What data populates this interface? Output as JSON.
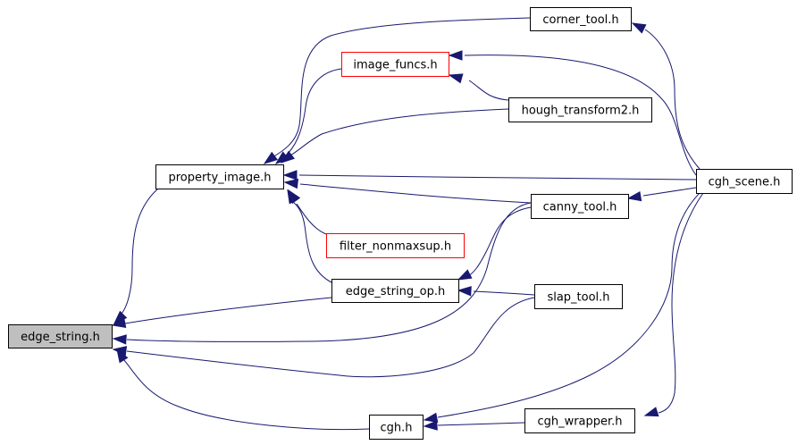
{
  "diagram": {
    "title": "edge_string.h include dependency graph",
    "colors": {
      "edge": "#191970",
      "root_fill": "#bfbfbf",
      "node_border": "#000000",
      "missing_border": "#ff0000",
      "background": "#ffffff"
    },
    "nodes": [
      {
        "id": "edge_string",
        "label": "edge_string.h",
        "kind": "root"
      },
      {
        "id": "property_image",
        "label": "property_image.h",
        "kind": "normal"
      },
      {
        "id": "image_funcs",
        "label": "image_funcs.h",
        "kind": "missing"
      },
      {
        "id": "corner_tool",
        "label": "corner_tool.h",
        "kind": "normal"
      },
      {
        "id": "hough_transform2",
        "label": "hough_transform2.h",
        "kind": "normal"
      },
      {
        "id": "filter_nonmaxsup",
        "label": "filter_nonmaxsup.h",
        "kind": "missing"
      },
      {
        "id": "edge_string_op",
        "label": "edge_string_op.h",
        "kind": "normal"
      },
      {
        "id": "canny_tool",
        "label": "canny_tool.h",
        "kind": "normal"
      },
      {
        "id": "slap_tool",
        "label": "slap_tool.h",
        "kind": "normal"
      },
      {
        "id": "cgh_scene",
        "label": "cgh_scene.h",
        "kind": "normal"
      },
      {
        "id": "cgh",
        "label": "cgh.h",
        "kind": "normal"
      },
      {
        "id": "cgh_wrapper",
        "label": "cgh_wrapper.h",
        "kind": "normal"
      }
    ],
    "edges": [
      {
        "from": "property_image",
        "to": "edge_string"
      },
      {
        "from": "edge_string_op",
        "to": "edge_string"
      },
      {
        "from": "canny_tool",
        "to": "edge_string"
      },
      {
        "from": "slap_tool",
        "to": "edge_string"
      },
      {
        "from": "cgh",
        "to": "edge_string"
      },
      {
        "from": "corner_tool",
        "to": "property_image"
      },
      {
        "from": "image_funcs",
        "to": "property_image"
      },
      {
        "from": "hough_transform2",
        "to": "property_image"
      },
      {
        "from": "cgh_scene",
        "to": "property_image"
      },
      {
        "from": "canny_tool",
        "to": "property_image"
      },
      {
        "from": "filter_nonmaxsup",
        "to": "property_image"
      },
      {
        "from": "edge_string_op",
        "to": "property_image"
      },
      {
        "from": "cgh_scene",
        "to": "image_funcs"
      },
      {
        "from": "hough_transform2",
        "to": "image_funcs"
      },
      {
        "from": "cgh_scene",
        "to": "corner_tool"
      },
      {
        "from": "cgh_scene",
        "to": "canny_tool"
      },
      {
        "from": "canny_tool",
        "to": "edge_string_op"
      },
      {
        "from": "slap_tool",
        "to": "edge_string_op"
      },
      {
        "from": "cgh_scene",
        "to": "cgh"
      },
      {
        "from": "cgh_wrapper",
        "to": "cgh"
      },
      {
        "from": "cgh_scene",
        "to": "cgh_wrapper"
      }
    ]
  }
}
